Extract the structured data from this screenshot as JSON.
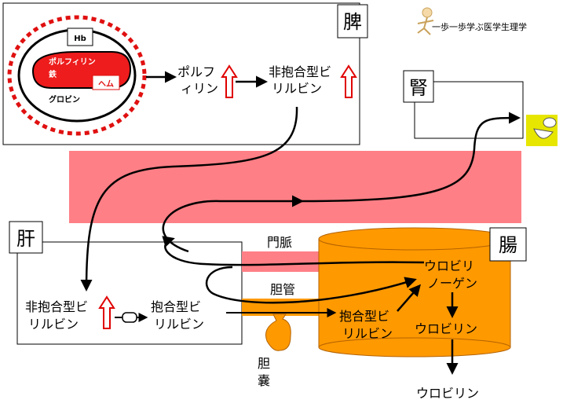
{
  "organs": {
    "spleen": "脾",
    "kidney": "腎",
    "liver": "肝",
    "intestine": "腸"
  },
  "logo_text": "一歩一歩学ぶ医学生理学",
  "rbc": {
    "hb": "Hb",
    "porphyrin": "ポルフィリン",
    "iron": "鉄",
    "heme": "ヘム",
    "globin": "グロビン"
  },
  "spleen_products": {
    "porphyrin_line1": "ポルフ",
    "porphyrin_line2": "ィリン",
    "unconj_line1": "非抱合型ビ",
    "unconj_line2": "リルビン"
  },
  "liver_products": {
    "unconj_line1": "非抱合型ビ",
    "unconj_line2": "リルビン",
    "conj_line1": "抱合型ビ",
    "conj_line2": "リルビン"
  },
  "ducts": {
    "portal_vein": "門脈",
    "bile_duct": "胆管",
    "gallbladder_1": "胆",
    "gallbladder_2": "嚢"
  },
  "intestine_products": {
    "conj_line1": "抱合型ビ",
    "conj_line2": "リルビン",
    "urobilinogen_line1": "ウロビリ",
    "urobilinogen_line2": "ノーゲン",
    "urobilin_inner": "ウロビリン",
    "urobilin_outer": "ウロビリン"
  },
  "colors": {
    "blood_band": "#ff7f86",
    "rbc_dash": "#e01010",
    "porphyrin_fill": "#ee1c1c",
    "intestine_fill": "#ff9900",
    "intestine_stroke": "#b36200",
    "up_arrow": "#e00000",
    "toilet_bg": "#e6e600"
  },
  "icons": {
    "up_arrow": "up-arrow-icon",
    "enzyme": "enzyme-icon",
    "toilet": "toilet-icon",
    "logo_figure": "running-figure-icon"
  }
}
